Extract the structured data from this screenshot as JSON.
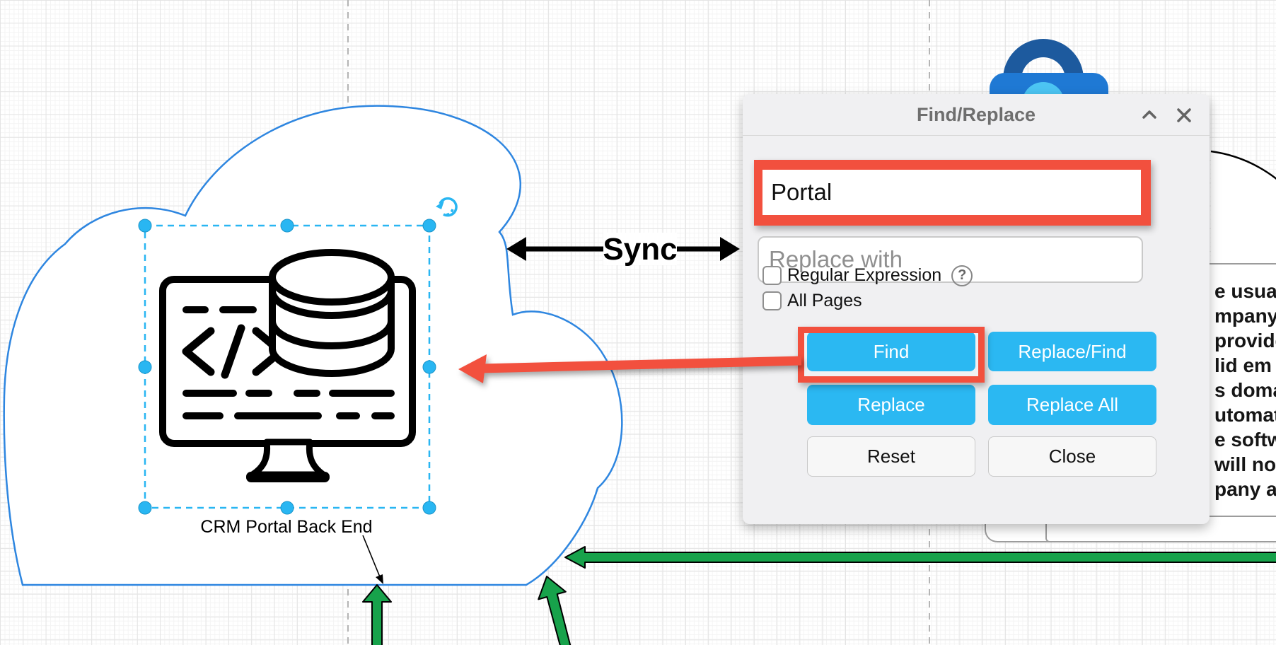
{
  "canvas": {
    "cloud_label": "CRM Portal Back End",
    "sync_label": "Sync",
    "note_fragments": [
      "e usual",
      "mpany",
      "provide",
      "lid em",
      "s doma",
      "utomati",
      "e softw",
      "will no",
      "pany a"
    ]
  },
  "dialog": {
    "title": "Find/Replace",
    "find_value": "Portal",
    "replace_placeholder": "Replace with",
    "checkboxes": [
      {
        "label": "Regular Expression",
        "checked": false
      },
      {
        "label": "All Pages",
        "checked": false
      }
    ],
    "help_icon": "?",
    "buttons": {
      "find": "Find",
      "replace_find": "Replace/Find",
      "replace": "Replace",
      "replace_all": "Replace All",
      "reset": "Reset",
      "close": "Close"
    },
    "icons": {
      "collapse": "chevron-up",
      "close": "x"
    }
  },
  "colors": {
    "accent_blue_button": "#2bb8f2",
    "highlight_red": "#f2503e",
    "selection_blue": "#29b6f2",
    "cloud_stroke_blue": "#2e86e0",
    "arrow_green": "#17a24b",
    "lock_dark_blue": "#1d5a9e",
    "lock_body_blue": "#1f79d4",
    "lock_light_blue": "#4cc5f3",
    "dialog_bg": "#f0f0f2"
  }
}
